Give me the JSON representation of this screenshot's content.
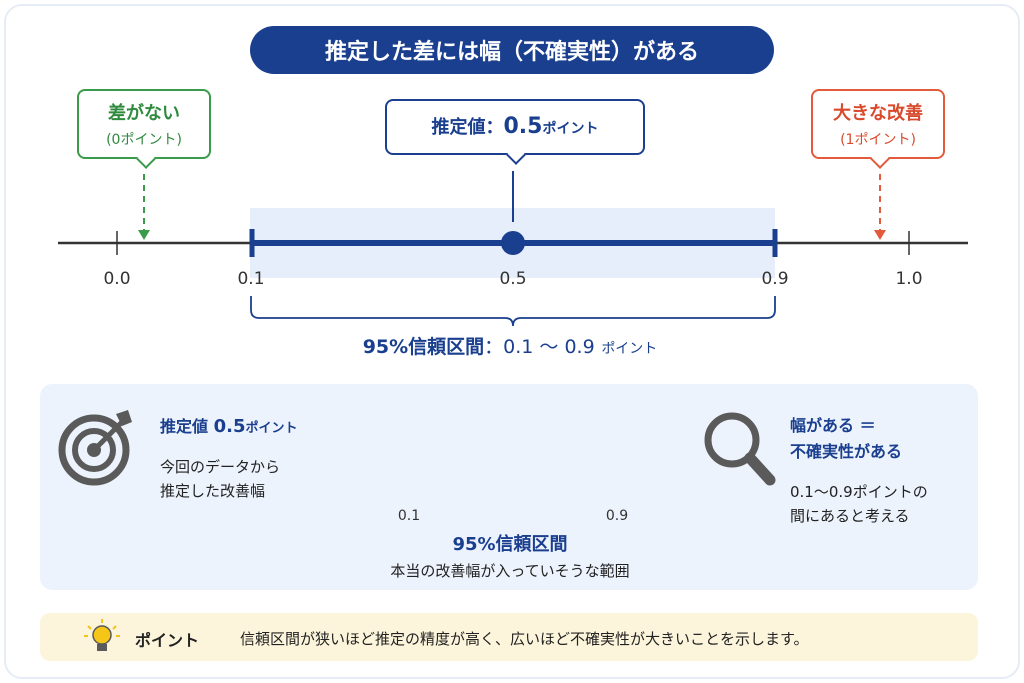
{
  "title": "推定した差には幅（不確実性）がある",
  "callouts": {
    "no_diff": {
      "line1": "差がない",
      "line2": "(0ポイント)"
    },
    "big": {
      "line1": "大きな改善",
      "line2": "(1ポイント)"
    },
    "estimate": {
      "label": "推定値：",
      "value": "0.5",
      "unit": "ポイント"
    }
  },
  "axis": {
    "ticks": [
      "0.0",
      "0.1",
      "0.5",
      "0.9",
      "1.0"
    ]
  },
  "ci_label": {
    "head": "95%信頼区間",
    "range": "：0.1 ～ 0.9",
    "unit": "ポイント"
  },
  "panel": {
    "left": {
      "title_a": "推定値 ",
      "title_b": "0.5",
      "title_c": "ポイント",
      "line1": "今回のデータから",
      "line2": "推定した改善幅"
    },
    "middle": {
      "tick_left": "0.1",
      "tick_right": "0.9",
      "title": "95%信頼区間",
      "subtitle": "本当の改善幅が入っていそうな範囲"
    },
    "right": {
      "title1": "幅がある ＝",
      "title2": "不確実性がある",
      "line1": "0.1～0.9ポイントの",
      "line2": "間にあると考える"
    }
  },
  "tip": {
    "heading": "ポイント",
    "text": "信頼区間が狭いほど推定の精度が高く、広いほど不確実性が大きいことを示します。"
  },
  "colors": {
    "navy": "#1a3f8f",
    "green": "#3a9b4a",
    "red": "#e35a3d",
    "band": "#e6eefb",
    "tip_bg": "#fcf5dc"
  },
  "icons": [
    "target-arrow-icon",
    "magnifier-icon",
    "lightbulb-icon"
  ]
}
